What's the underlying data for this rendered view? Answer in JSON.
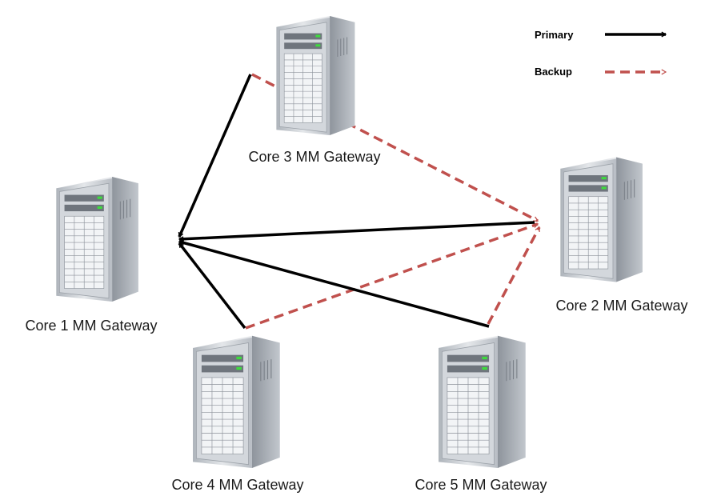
{
  "legend": {
    "primary_label": "Primary",
    "backup_label": "Backup"
  },
  "nodes": [
    {
      "id": "core1",
      "label": "Core 1 MM Gateway"
    },
    {
      "id": "core2",
      "label": "Core 2 MM Gateway"
    },
    {
      "id": "core3",
      "label": "Core 3 MM Gateway"
    },
    {
      "id": "core4",
      "label": "Core 4 MM Gateway"
    },
    {
      "id": "core5",
      "label": "Core 5 MM Gateway"
    }
  ],
  "links": [
    {
      "from": "core3",
      "to": "core1",
      "kind": "primary"
    },
    {
      "from": "core2",
      "to": "core1",
      "kind": "primary"
    },
    {
      "from": "core5",
      "to": "core1",
      "kind": "primary"
    },
    {
      "from": "core3",
      "to": "core2",
      "kind": "backup"
    },
    {
      "from": "core4",
      "to": "core2",
      "kind": "backup"
    },
    {
      "from": "core5",
      "to": "core2",
      "kind": "backup"
    }
  ],
  "colors": {
    "primary": "#000000",
    "backup": "#c0504d",
    "server_body": "#c8ccd2",
    "server_side": "#9aa0a8",
    "led": "#3ddc3d"
  }
}
